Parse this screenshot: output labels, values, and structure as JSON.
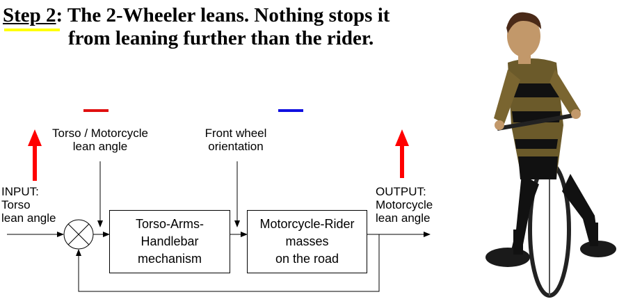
{
  "heading": {
    "step_label": "Step 2",
    "line1_rest": ": The 2-Wheeler leans. Nothing stops it",
    "line2": "from leaning further than the rider."
  },
  "diagram": {
    "input_label": [
      "INPUT:",
      "Torso",
      "lean angle"
    ],
    "torso_moto_label": [
      "Torso / Motorcycle",
      "lean angle"
    ],
    "front_wheel_label": [
      "Front wheel",
      "orientation"
    ],
    "output_label": [
      "OUTPUT:",
      "Motorcycle",
      "lean angle"
    ],
    "block1": [
      "Torso-Arms-",
      "Handlebar",
      "mechanism"
    ],
    "block2": [
      "Motorcycle-Rider",
      "masses",
      "on the road"
    ]
  },
  "colors": {
    "highlight": "#ffff00",
    "red_marker": "#e01010",
    "blue_marker": "#1010e0",
    "arrow_red": "#ff0000"
  }
}
